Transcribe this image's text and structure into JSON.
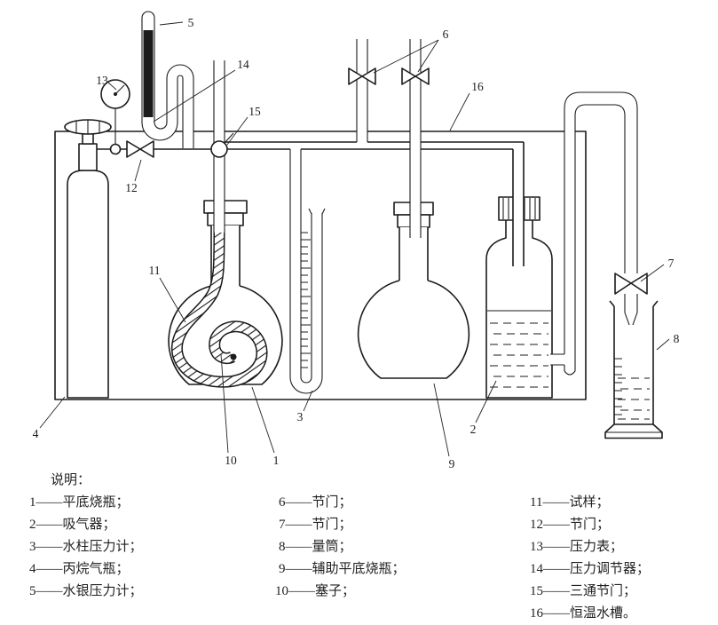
{
  "colors": {
    "ink": "#1b1b1b",
    "paper": "#ffffff"
  },
  "callouts": {
    "labels": [
      "1",
      "2",
      "3",
      "4",
      "5",
      "6",
      "7",
      "8",
      "9",
      "10",
      "11",
      "12",
      "13",
      "14",
      "15",
      "16"
    ]
  },
  "legend": {
    "title": "说明：",
    "col1": [
      "1——平底烧瓶；",
      "2——吸气器；",
      "3——水柱压力计；",
      "4——丙烷气瓶；",
      "5——水银压力计；"
    ],
    "col2": [
      "6——节门；",
      "7——节门；",
      "8——量筒；",
      "9——辅助平底烧瓶；",
      "10——塞子；"
    ],
    "col3": [
      "11——试样；",
      "12——节门；",
      "13——压力表；",
      "14——压力调节器；",
      "15——三通节门；",
      "16——恒温水槽。"
    ]
  }
}
